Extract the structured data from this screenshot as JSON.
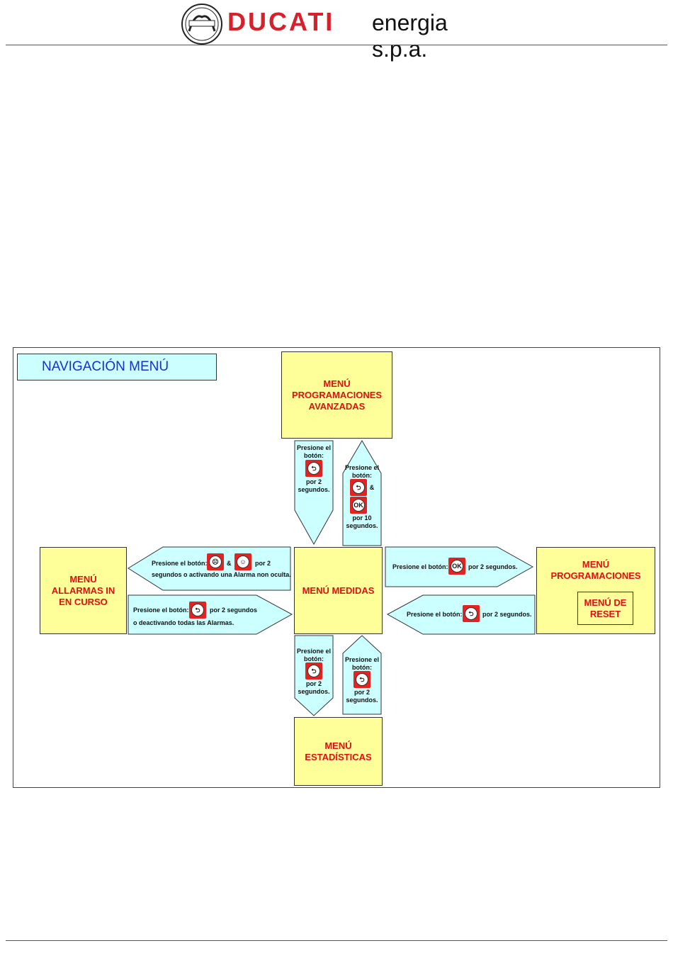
{
  "header": {
    "brand": "DUCATI",
    "brand_sub": "energia s.p.a."
  },
  "diagram": {
    "title": "NAVIGACIÓN MENÚ",
    "boxes": {
      "top": "MENÚ\nPROGRAMACIONES\nAVANZADAS",
      "left": "MENÚ\nALLARMAS IN\nEN CURSO",
      "center": "MENÚ MEDIDAS",
      "right": "MENÚ\nPROGRAMACIONES",
      "reset": "MENÚ DE\nRESET",
      "bottom": "MENÚ\nESTADÍSTICAS"
    },
    "arrows": {
      "up_down_a1": "Presione el\nbotón:",
      "up_down_a2": "por 2\nsegundos.",
      "up_up_a1": "Presione el\nbotón:",
      "up_up_amp": "&",
      "up_up_a2": "por 10\nsegundos.",
      "left_upper_a": "Presione el botón:",
      "left_upper_amp": "&",
      "left_upper_b": "por 2",
      "left_upper_c": "segundos o activando una Alarma non oculta.",
      "left_lower_a": "Presione el botón:",
      "left_lower_b": "por 2 segundos",
      "left_lower_c": "o deactivando todas las Alarmas.",
      "right_upper_a": "Presione el botón:",
      "right_upper_b": "por 2 segundos.",
      "right_lower_a": "Presione el botón:",
      "right_lower_b": "por 2 segundos.",
      "down_down_a1": "Presione el\nbotón:",
      "down_down_a2": "por 2\nsegundos.",
      "down_up_a1": "Presione el\nbotón:",
      "down_up_a2": "por 2\nsegundos."
    },
    "buttons": {
      "back": "⮌",
      "ok": "OK",
      "face_sad": "☹",
      "face_neutral": "☺"
    }
  },
  "colors": {
    "red": "#e01010",
    "yellow": "#ffff99",
    "cyan": "#ccffff",
    "blue_title": "#1a2fd0"
  }
}
